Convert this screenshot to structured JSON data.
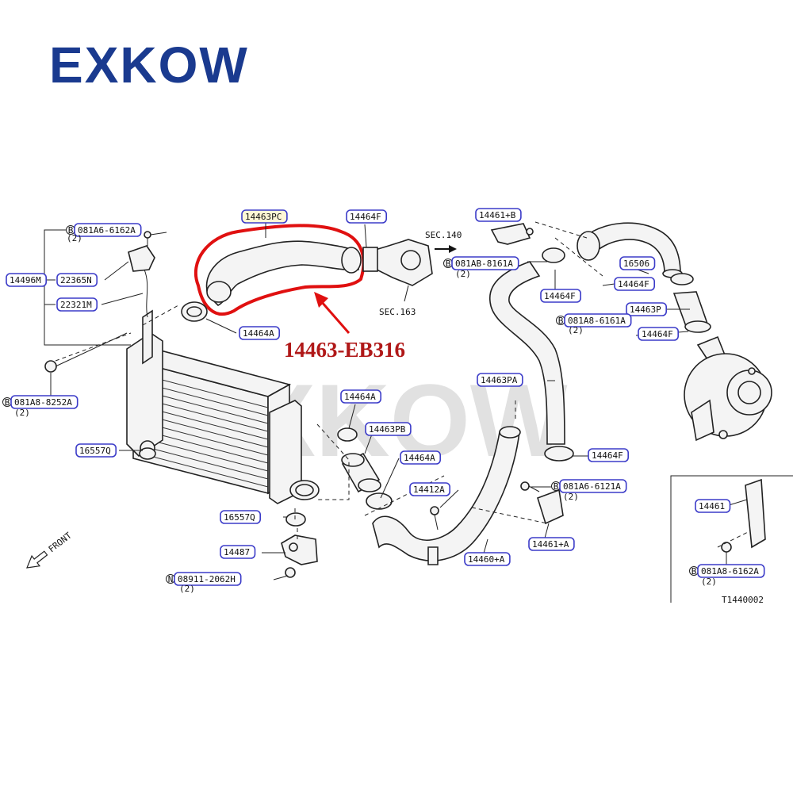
{
  "brand": {
    "logo_text": "EXKOW",
    "color": "#1a3a8f"
  },
  "watermark": {
    "text": "EXKOW",
    "color": "#dcdcdc"
  },
  "callout": {
    "text": "14463-EB316",
    "color": "#b01818",
    "highlight_color": "#e01010"
  },
  "diagram_id": "T1440002",
  "front_label": "FRONT",
  "section_refs": [
    "SEC.140",
    "SEC.163"
  ],
  "labels": [
    "081A6-6162A",
    "(2)",
    "14496M",
    "22365N",
    "22321M",
    "14464A",
    "081A8-8252A",
    "(2)",
    "16557Q",
    "14463PC",
    "14464F",
    "14461+B",
    "081AB-8161A",
    "(2)",
    "14464F",
    "16506",
    "14464F",
    "14463P",
    "081A8-6161A",
    "(2)",
    "14464F",
    "14463PA",
    "14464A",
    "14463PB",
    "14464A",
    "14412A",
    "081A6-6121A",
    "(2)",
    "14461+A",
    "14460+A",
    "14464F",
    "16557Q",
    "14487",
    "08911-2062H",
    "(2)",
    "14461",
    "081A8-6162A",
    "(2)"
  ]
}
